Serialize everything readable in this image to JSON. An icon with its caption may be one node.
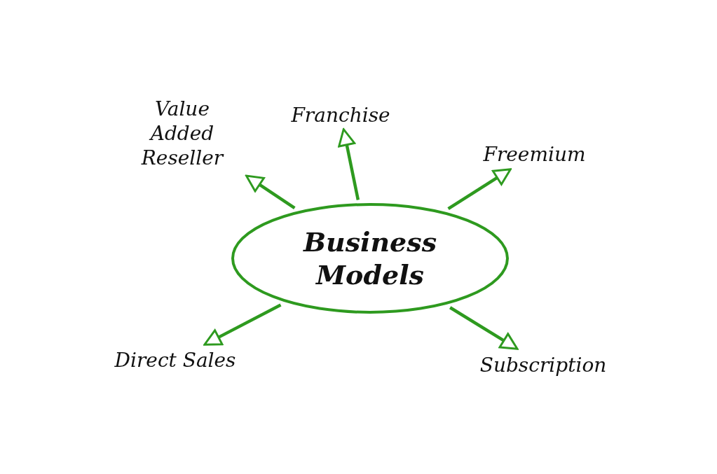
{
  "diagram": {
    "nodes": [
      {
        "text": [
          "Business Models"
        ]
      },
      {
        "text": [
          "Value Added Reseller"
        ]
      },
      {
        "text": [
          "Franchise"
        ]
      },
      {
        "text": [
          "Freemium"
        ]
      },
      {
        "text": [
          "Direct Sales"
        ]
      },
      {
        "text": [
          "Subscription"
        ]
      }
    ],
    "edges": [
      {
        "from": 0,
        "to": 1,
        "arrow": "to"
      },
      {
        "from": 0,
        "to": 2,
        "arrow": "to"
      },
      {
        "from": 0,
        "to": 3,
        "arrow": "to"
      },
      {
        "from": 0,
        "to": 4,
        "arrow": "to"
      },
      {
        "from": 0,
        "to": 5,
        "arrow": "to"
      }
    ]
  }
}
